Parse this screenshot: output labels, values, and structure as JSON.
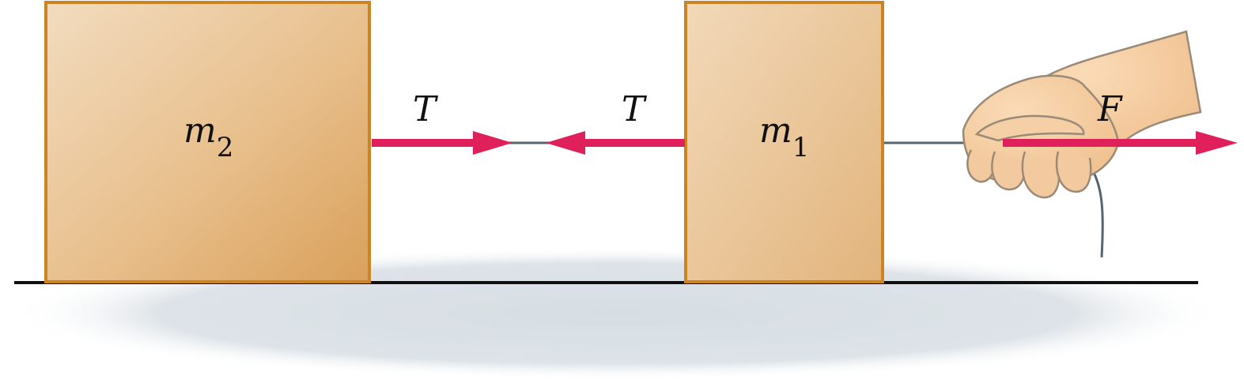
{
  "blocks": {
    "m2": {
      "symbol": "m",
      "subscript": "2"
    },
    "m1": {
      "symbol": "m",
      "subscript": "1"
    }
  },
  "forces": {
    "tension_on_m2": "T",
    "tension_on_m1": "T",
    "applied": "F"
  },
  "colors": {
    "block_light": "#f2dcbf",
    "block_dark": "#d9a05a",
    "block_border": "#cc8422",
    "arrow": "#e0205a",
    "rope": "#55646d",
    "ground_line": "#111111",
    "shadow": "#dde3e8",
    "hand_skin": "#f3caa0",
    "hand_outline": "#9a8a78"
  },
  "icons": {
    "hand": "hand-pulling-rope-icon"
  }
}
